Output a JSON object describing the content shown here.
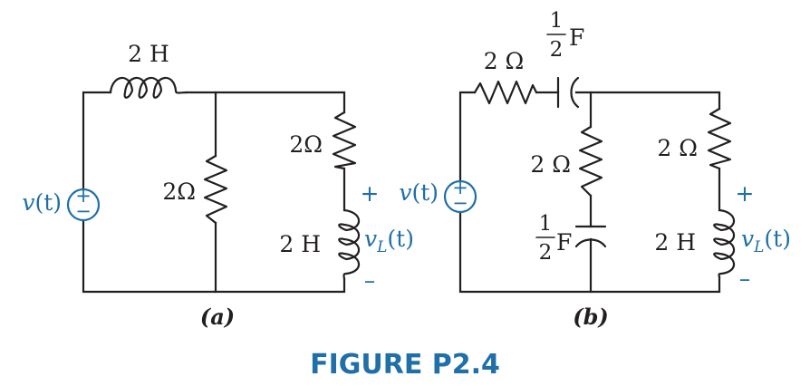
{
  "colors": {
    "line": "#231f20",
    "accent": "#1f6fa8"
  },
  "caption": "FIGURE P2.4",
  "circuit_a": {
    "tag_paren_open": "(",
    "tag_letter": "a",
    "tag_paren_close": ")",
    "inductor_top": "2 H",
    "resistor_middle": "2Ω",
    "resistor_right": "2Ω",
    "inductor_right": "2 H",
    "source_name": "v",
    "source_arg": "(t)",
    "output_name": "v",
    "output_sub": "L",
    "output_arg": "(t)",
    "plus": "+",
    "minus": "–",
    "source_plus": "+",
    "source_minus": "−"
  },
  "circuit_b": {
    "tag_paren_open": "(",
    "tag_letter": "b",
    "tag_paren_close": ")",
    "resistor_top": "2 Ω",
    "capacitor_top_num": "1",
    "capacitor_top_den": "2",
    "capacitor_top_unit": "F",
    "resistor_middle": "2 Ω",
    "capacitor_bottom_num": "1",
    "capacitor_bottom_den": "2",
    "capacitor_bottom_unit": "F",
    "resistor_right": "2 Ω",
    "inductor_right": "2 H",
    "source_name": "v",
    "source_arg": "(t)",
    "output_name": "v",
    "output_sub": "L",
    "output_arg": "(t)",
    "plus": "+",
    "minus": "–",
    "source_plus": "+",
    "source_minus": "−"
  }
}
